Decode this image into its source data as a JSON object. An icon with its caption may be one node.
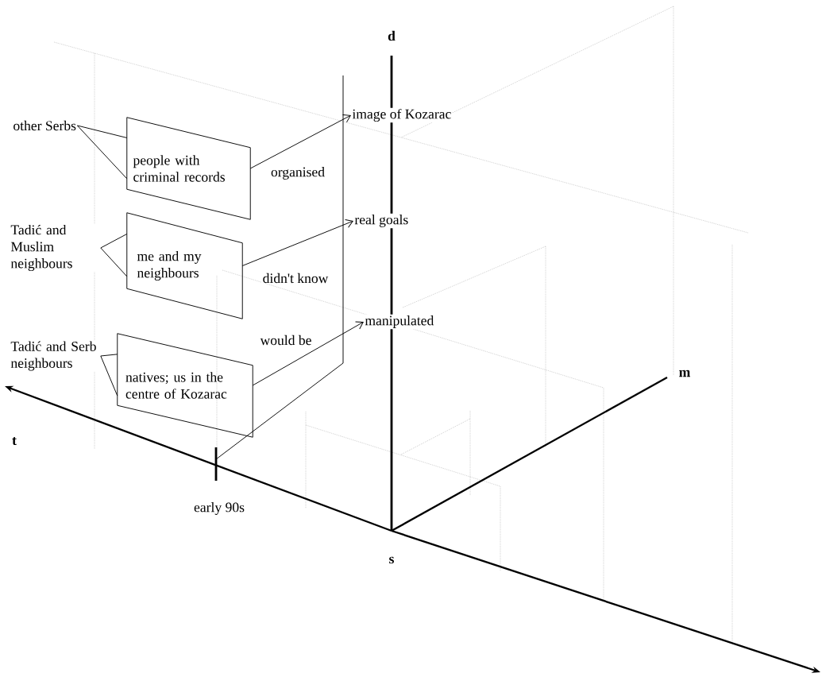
{
  "diagram": {
    "nodes": [
      {
        "text": [
          "other Serbs"
        ]
      },
      {
        "text": [
          "people with criminal records"
        ]
      },
      {
        "text": [
          "Tadić and Muslim neighbours"
        ]
      },
      {
        "text": [
          "me and my neighbours"
        ]
      },
      {
        "text": [
          "Tadić and Serb neighbours"
        ]
      },
      {
        "text": [
          "natives; us in the centre of Kozarac"
        ]
      },
      {
        "text": [
          "image of Kozarac"
        ]
      },
      {
        "text": [
          "real goals"
        ]
      },
      {
        "text": [
          "manipulated"
        ]
      }
    ],
    "edges": [
      {
        "from": 0,
        "to": 1,
        "arrow": "none"
      },
      {
        "from": 0,
        "to": 1,
        "arrow": "none"
      },
      {
        "from": 2,
        "to": 3,
        "arrow": "none"
      },
      {
        "from": 2,
        "to": 3,
        "arrow": "none"
      },
      {
        "from": 4,
        "to": 5,
        "arrow": "none"
      },
      {
        "from": 4,
        "to": 5,
        "arrow": "none"
      },
      {
        "from": 1,
        "to": 6,
        "arrow": "to",
        "label": "organised"
      },
      {
        "from": 3,
        "to": 7,
        "arrow": "to",
        "label": "didn't know"
      },
      {
        "from": 5,
        "to": 8,
        "arrow": "to",
        "label": "would be"
      }
    ],
    "labels": [
      "d",
      "m",
      "t",
      "early 90s",
      "s"
    ]
  }
}
